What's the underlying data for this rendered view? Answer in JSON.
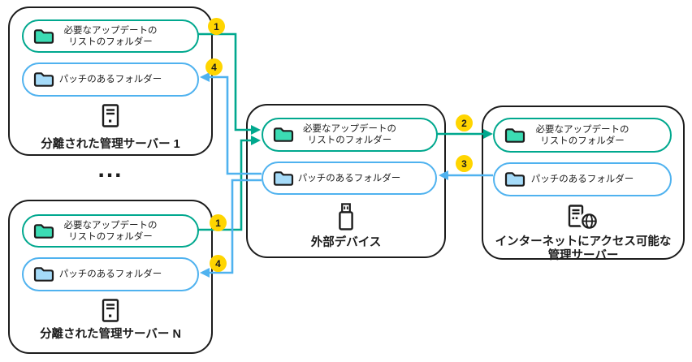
{
  "diagram": {
    "labels": {
      "updates_folder_line1": "必要なアップデートの",
      "updates_folder_line2": "リストのフォルダー",
      "patches_folder": "パッチのあるフォルダー"
    },
    "nodes": {
      "server1": {
        "title": "分離された管理サーバー 1"
      },
      "serverN": {
        "title": "分離された管理サーバー N"
      },
      "device": {
        "title": "外部デバイス"
      },
      "internet_server": {
        "title_line1": "インターネットにアクセス可能な",
        "title_line2": "管理サーバー"
      }
    },
    "steps": {
      "s1": "1",
      "s2": "2",
      "s3": "3",
      "s4": "4"
    },
    "ellipsis": "...",
    "colors": {
      "green": "#00A88E",
      "green_folder_fill": "#3CDCB4",
      "blue": "#4FB2EF",
      "blue_folder_fill": "#A5DBF9",
      "badge_yellow": "#FFD500",
      "ink": "#1c1c1c"
    }
  }
}
